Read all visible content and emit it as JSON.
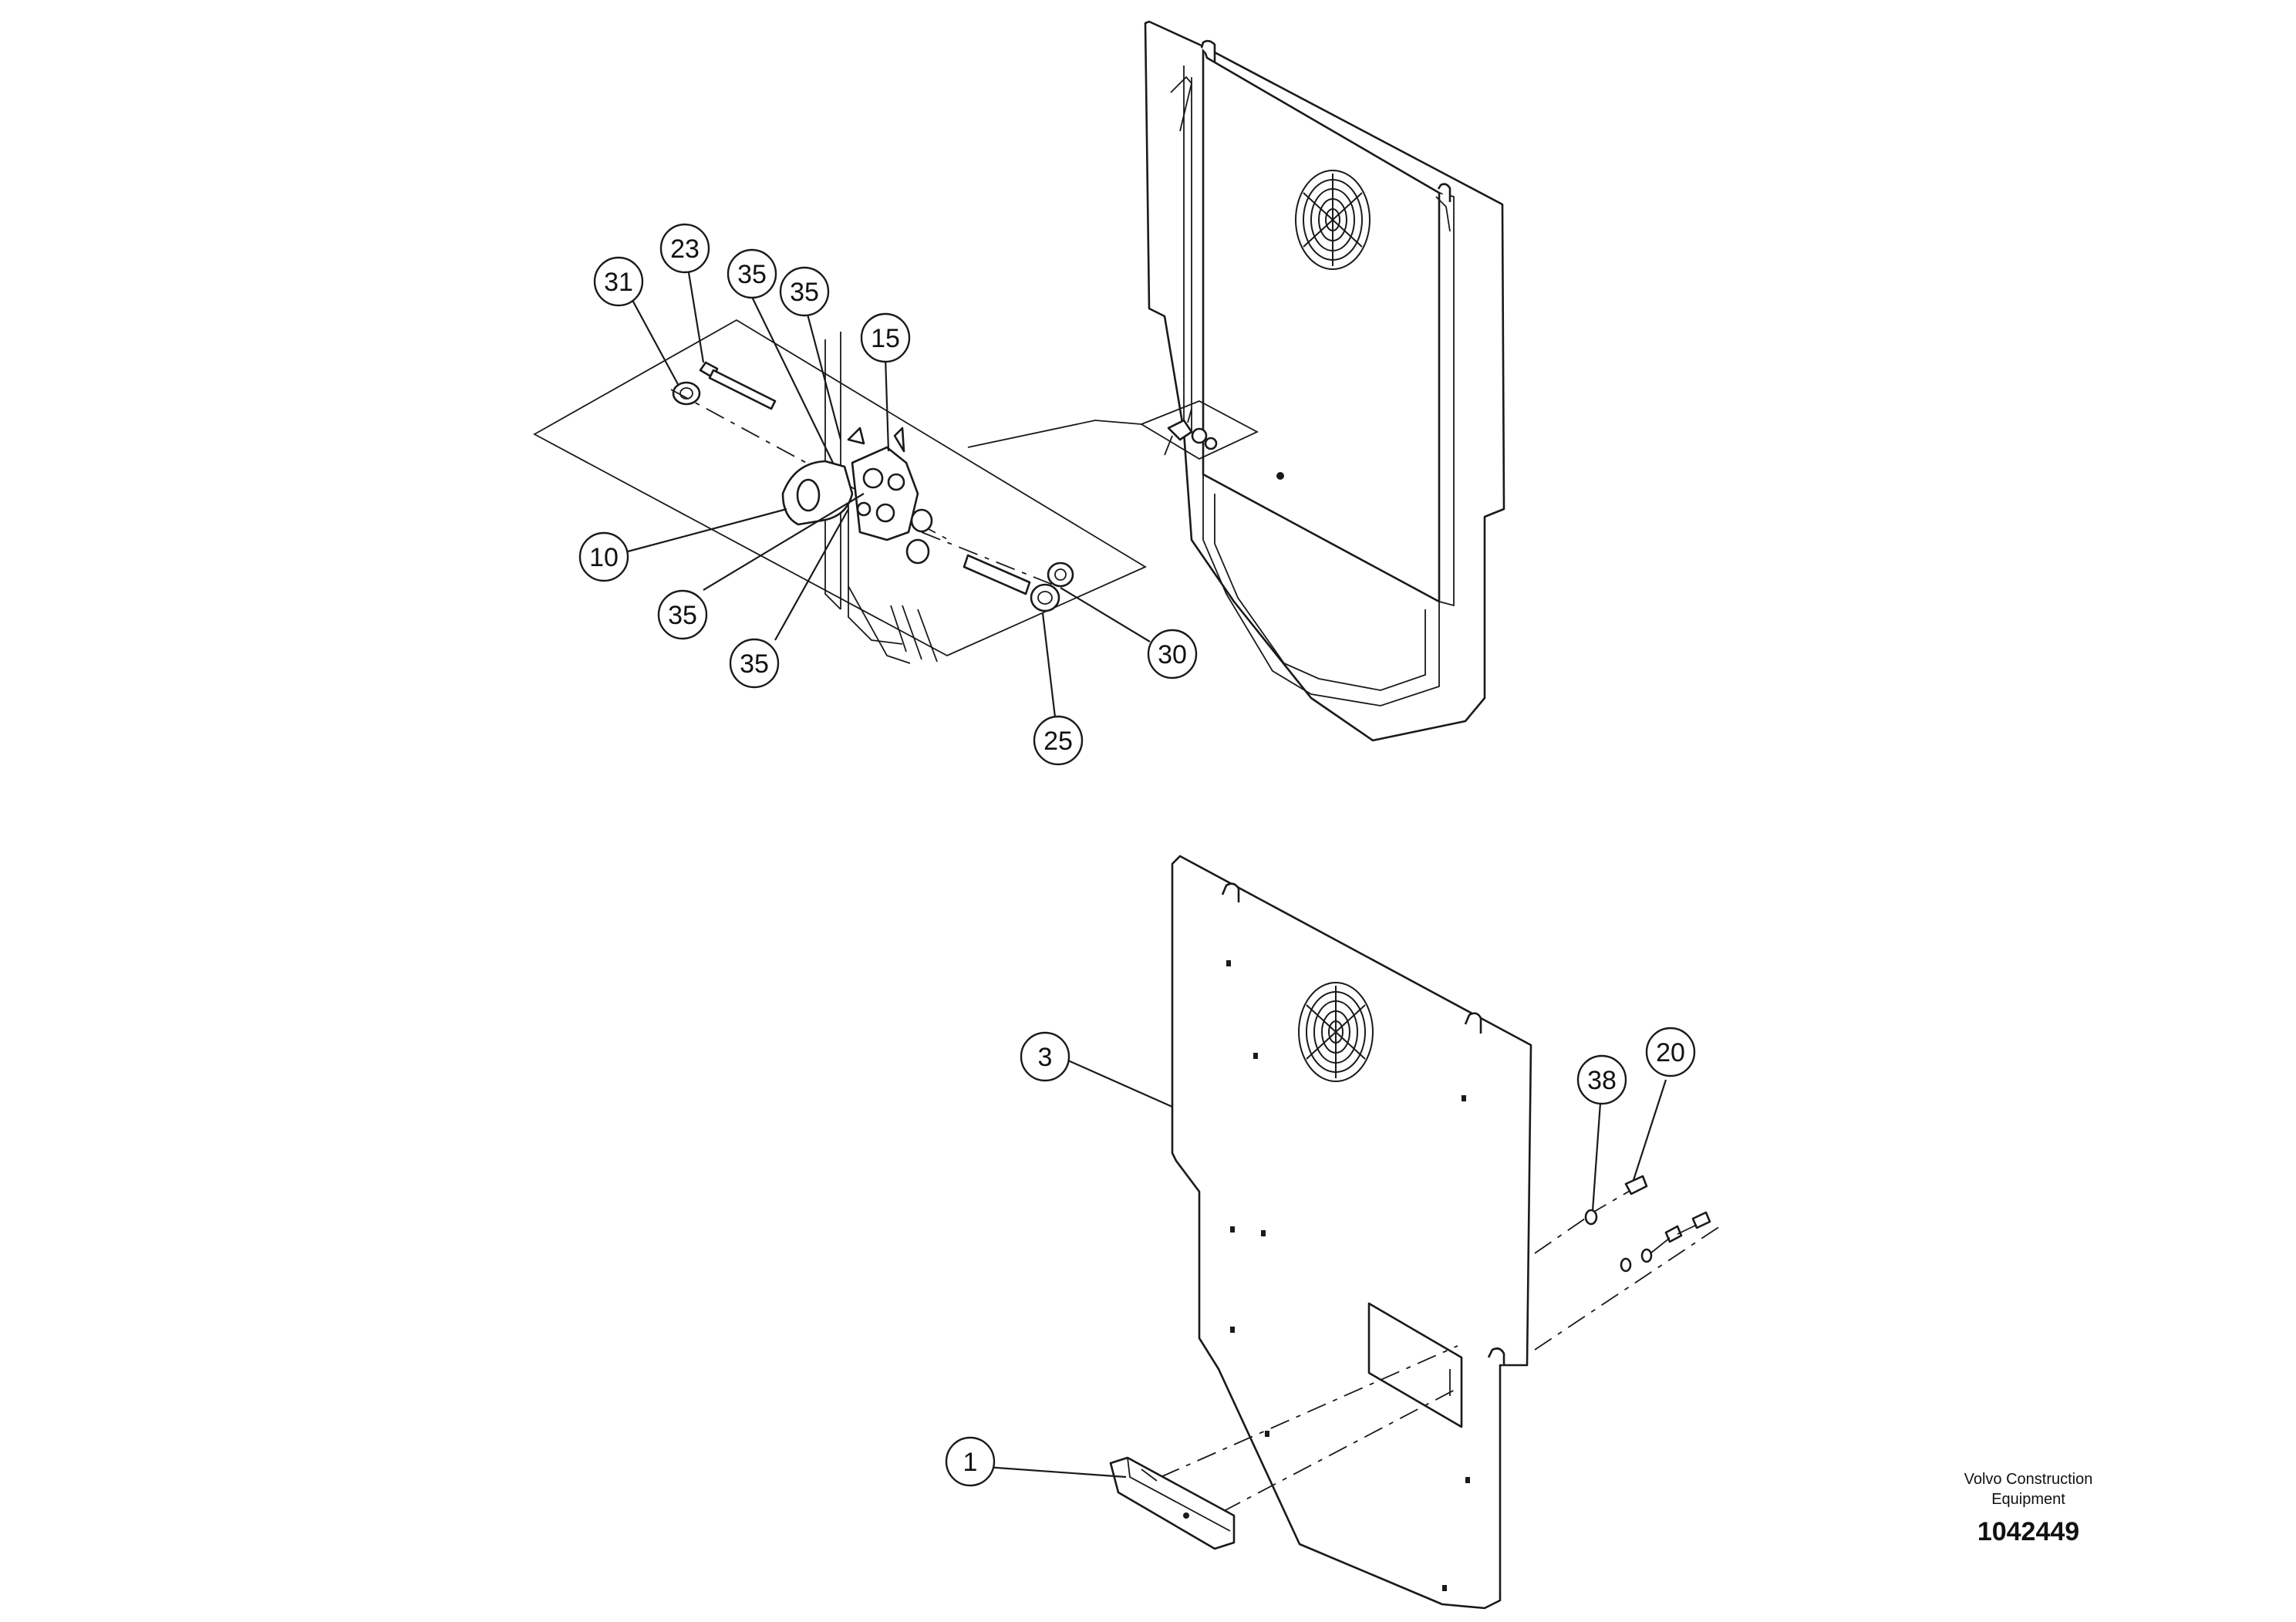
{
  "drawing": {
    "callouts": {
      "c31": "31",
      "c23": "23",
      "c35a": "35",
      "c35b": "35",
      "c15": "15",
      "c10": "10",
      "c35c": "35",
      "c35d": "35",
      "c30": "30",
      "c25": "25",
      "c3": "3",
      "c38": "38",
      "c20": "20",
      "c1": "1"
    }
  },
  "title_block": {
    "company_line1": "Volvo Construction",
    "company_line2": "Equipment",
    "drawing_number": "1042449"
  }
}
